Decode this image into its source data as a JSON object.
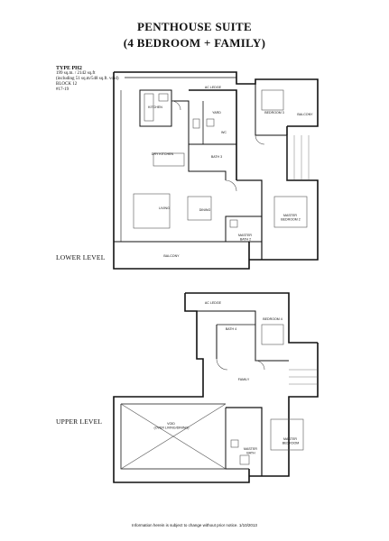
{
  "title_line1": "PENTHOUSE SUITE",
  "title_line2": "(4 BEDROOM + FAMILY)",
  "unit_info": {
    "type": "TYPE PH2",
    "area": "199 sq.m. / 2142 sq.ft",
    "including": "(including 51 sq.m/548 sq.ft. void)",
    "block": "BLOCK 12",
    "units": "#17-19"
  },
  "lower_level_label": "LOWER LEVEL",
  "upper_level_label": "UPPER LEVEL",
  "rooms": {
    "ac_ledge_lower": "AC LEDGE",
    "kitchen": "KITCHEN",
    "yard": "YARD",
    "wc": "WC",
    "bedroom3": "BEDROOM 3",
    "balcony_right": "BALCONY",
    "bath3": "BATH 3",
    "dry_kitchen": "DRY KITCHEN",
    "living": "LIVING",
    "dining": "DINING",
    "master_bedroom2_line1": "MASTER",
    "master_bedroom2_line2": "BEDROOM 2",
    "master_bath2_line1": "MASTER",
    "master_bath2_line2": "BATH 2",
    "balcony_bottom": "BALCONY",
    "ac_ledge_upper": "AC LEDGE",
    "bedroom4": "BEDROOM 4",
    "bath4": "BATH 4",
    "family": "FAMILY",
    "void_line1": "VOID",
    "void_line2": "(OVER LIVING/DINING)",
    "master_bath_line1": "MASTER",
    "master_bath_line2": "BATH",
    "master_bedroom_line1": "MASTER",
    "master_bedroom_line2": "BEDROOM"
  },
  "footer_note": "Information herein is subject to change without prior notice. 1/10/2013"
}
